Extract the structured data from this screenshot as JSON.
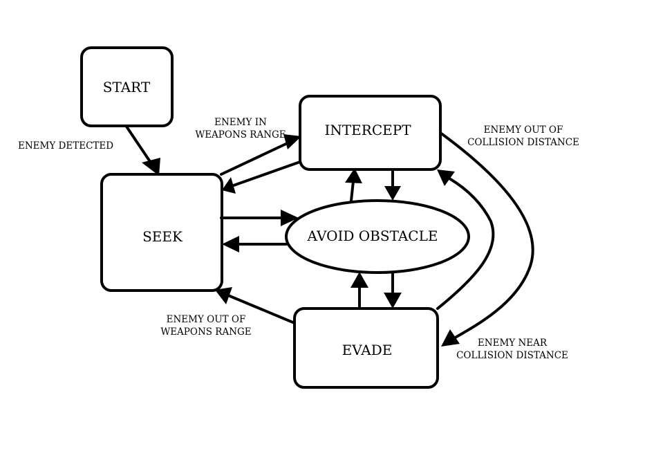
{
  "nodes": {
    "start": "START",
    "seek": "SEEK",
    "intercept": "INTERCEPT",
    "avoid": "AVOID OBSTACLE",
    "evade": "EVADE"
  },
  "edges": {
    "enemy_detected": "ENEMY DETECTED",
    "in_weapons_range_1": "ENEMY IN",
    "in_weapons_range_2": "WEAPONS RANGE",
    "out_of_collision_1": "ENEMY OUT OF",
    "out_of_collision_2": "COLLISION DISTANCE",
    "out_of_weapons_1": "ENEMY OUT OF",
    "out_of_weapons_2": "WEAPONS RANGE",
    "near_collision_1": "ENEMY NEAR",
    "near_collision_2": "COLLISION DISTANCE"
  }
}
